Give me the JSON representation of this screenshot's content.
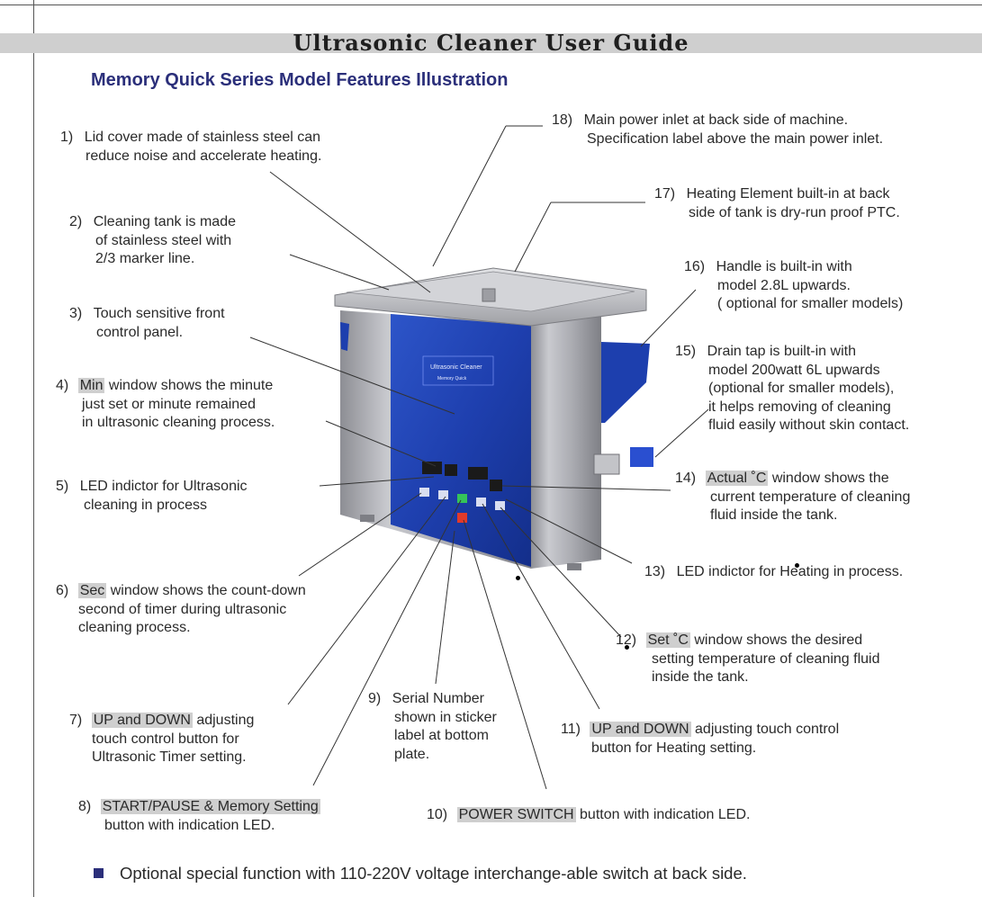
{
  "header": {
    "title": "Ultrasonic Cleaner User Guide",
    "subtitle": "Memory Quick Series Model Features Illustration"
  },
  "machine_panel": {
    "brand": "Ultrasonic Cleaner",
    "series": "Memory Quick"
  },
  "callouts": {
    "c1": {
      "num": "1)",
      "lines": [
        "Lid cover made of stainless steel can",
        "reduce noise and accelerate heating."
      ]
    },
    "c2": {
      "num": "2)",
      "lines": [
        "Cleaning tank is made",
        "of stainless steel with",
        "2/3 marker line."
      ]
    },
    "c3": {
      "num": "3)",
      "lines": [
        "Touch sensitive front",
        "control panel."
      ]
    },
    "c4": {
      "num": "4)",
      "hl": "Min",
      "lines": [
        " window shows the minute",
        "just set or minute remained",
        "in ultrasonic cleaning process."
      ]
    },
    "c5": {
      "num": "5)",
      "lines": [
        "LED indictor for Ultrasonic",
        "cleaning in process"
      ]
    },
    "c6": {
      "num": "6)",
      "hl": "Sec",
      "lines": [
        " window shows the count-down",
        "second of timer during ultrasonic",
        "cleaning process."
      ]
    },
    "c7": {
      "num": "7)",
      "hl": "UP and DOWN",
      "lines": [
        " adjusting",
        "touch control button for",
        "Ultrasonic Timer setting."
      ]
    },
    "c8": {
      "num": "8)",
      "hl": "START/PAUSE &  Memory Setting",
      "lines": [
        "",
        "button with indication LED."
      ]
    },
    "c9": {
      "num": "9)",
      "lines": [
        "Serial Number",
        "shown in sticker",
        "label at bottom",
        "plate."
      ]
    },
    "c10": {
      "num": "10)",
      "hl": "POWER SWITCH",
      "lines": [
        " button with indication LED."
      ]
    },
    "c11": {
      "num": "11)",
      "hl": "UP and DOWN",
      "lines": [
        " adjusting touch control",
        "button for Heating setting."
      ]
    },
    "c12": {
      "num": "12)",
      "hl": "Set ˚C",
      "lines": [
        " window shows the desired",
        "setting temperature of cleaning fluid",
        "inside the tank."
      ]
    },
    "c13": {
      "num": "13)",
      "lines": [
        "LED indictor for Heating in process."
      ]
    },
    "c14": {
      "num": "14)",
      "hl": "Actual ˚C",
      "lines": [
        " window shows the",
        "current temperature of cleaning",
        "fluid inside the tank."
      ]
    },
    "c15": {
      "num": "15)",
      "lines": [
        "Drain tap is built-in with",
        "model 200watt 6L upwards",
        "(optional for smaller models),",
        "it helps removing of cleaning",
        "fluid easily without skin contact."
      ]
    },
    "c16": {
      "num": "16)",
      "lines": [
        "Handle is built-in with",
        "model 2.8L upwards.",
        "( optional for smaller models)"
      ]
    },
    "c17": {
      "num": "17)",
      "lines": [
        "Heating Element built-in at back",
        "side of tank is dry-run proof PTC."
      ]
    },
    "c18": {
      "num": "18)",
      "lines": [
        "Main power inlet at back side of machine.",
        "Specification label above the main power inlet."
      ]
    }
  },
  "footer": {
    "note": "Optional special function with 110-220V voltage interchange-able switch at back side."
  },
  "colors": {
    "subtitle": "#2b2f7a",
    "highlight": "#cfcfcf",
    "panel_blue": "#1d3fae",
    "steel": "#b8b8bc"
  }
}
